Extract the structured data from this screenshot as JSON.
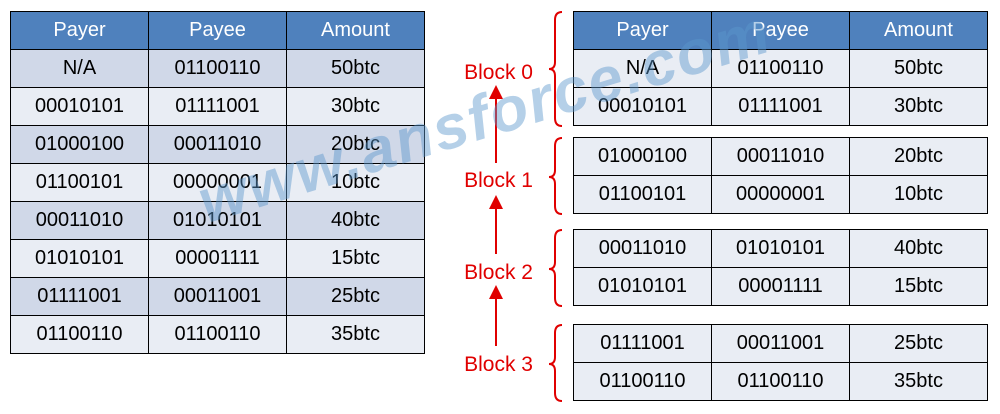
{
  "headers": [
    "Payer",
    "Payee",
    "Amount"
  ],
  "transactions": [
    [
      "N/A",
      "01100110",
      "50btc"
    ],
    [
      "00010101",
      "01111001",
      "30btc"
    ],
    [
      "01000100",
      "00011010",
      "20btc"
    ],
    [
      "01100101",
      "00000001",
      "10btc"
    ],
    [
      "00011010",
      "01010101",
      "40btc"
    ],
    [
      "01010101",
      "00001111",
      "15btc"
    ],
    [
      "01111001",
      "00011001",
      "25btc"
    ],
    [
      "01100110",
      "01100110",
      "35btc"
    ]
  ],
  "blocks": [
    {
      "label": "Block 0",
      "rows": [
        [
          "N/A",
          "01100110",
          "50btc"
        ],
        [
          "00010101",
          "01111001",
          "30btc"
        ]
      ]
    },
    {
      "label": "Block 1",
      "rows": [
        [
          "01000100",
          "00011010",
          "20btc"
        ],
        [
          "01100101",
          "00000001",
          "10btc"
        ]
      ]
    },
    {
      "label": "Block 2",
      "rows": [
        [
          "00011010",
          "01010101",
          "40btc"
        ],
        [
          "01010101",
          "00001111",
          "15btc"
        ]
      ]
    },
    {
      "label": "Block 3",
      "rows": [
        [
          "01111001",
          "00011001",
          "25btc"
        ],
        [
          "01100110",
          "01100110",
          "35btc"
        ]
      ]
    }
  ],
  "watermark": "www.ansforce.com",
  "colors": {
    "header": "#4f81bd",
    "row_dark": "#d0d8e8",
    "row_light": "#e9edf4",
    "label": "#e00000",
    "watermark": "#5a96cd"
  }
}
